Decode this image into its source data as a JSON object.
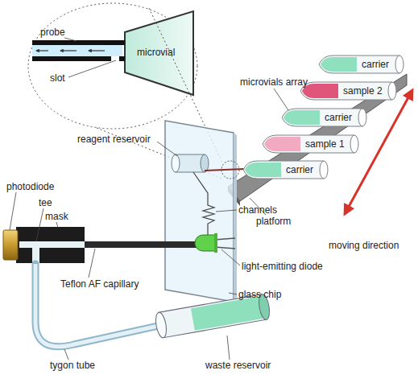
{
  "diagram": {
    "nodes": [
      {
        "text": [
          "carrier"
        ]
      },
      {
        "text": [
          "sample 2"
        ]
      },
      {
        "text": [
          "carrier"
        ]
      },
      {
        "text": [
          "sample 1"
        ]
      },
      {
        "text": [
          "carrier"
        ]
      }
    ],
    "labels": [
      "probe",
      "microvial",
      "slot",
      "microvials array",
      "reagent reservoir",
      "channels",
      "photodiode",
      "tee",
      "mask",
      "light-emitting diode",
      "Teflon AF capillary",
      "glass chip",
      "platform",
      "moving direction",
      "tygon tube",
      "waste reservoir"
    ]
  }
}
